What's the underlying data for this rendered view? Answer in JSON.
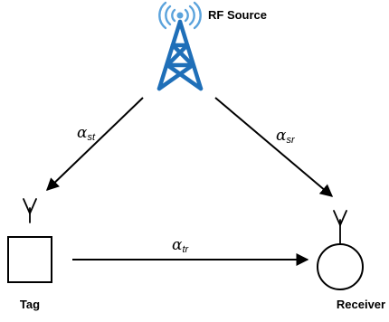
{
  "nodes": {
    "source": {
      "label": "RF Source"
    },
    "tag": {
      "label": "Tag"
    },
    "receiver": {
      "label": "Receiver"
    }
  },
  "edges": {
    "st": {
      "symbol": "α",
      "subscript": "st"
    },
    "sr": {
      "symbol": "α",
      "subscript": "sr"
    },
    "tr": {
      "symbol": "α",
      "subscript": "tr"
    }
  },
  "colors": {
    "tower": "#1f6fb8",
    "waves": "#5ba3dc",
    "lines": "#000000"
  }
}
